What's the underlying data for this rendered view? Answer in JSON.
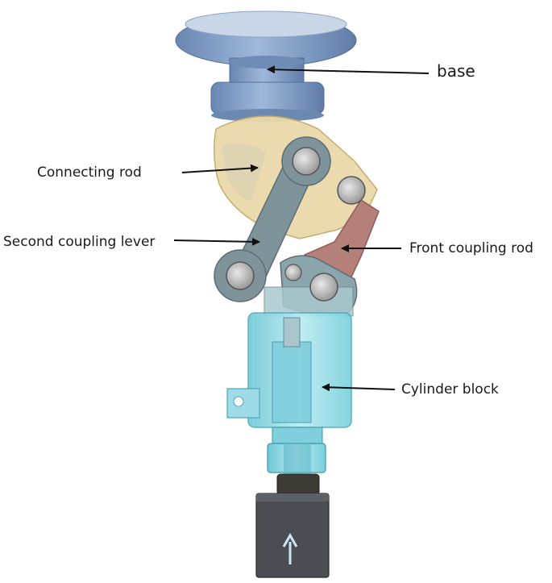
{
  "labels": {
    "base": "base",
    "connecting_rod": "Connecting rod",
    "second_coupling_lever": "Second coupling lever",
    "front_coupling_rod": "Front coupling rod",
    "cylinder_block": "Cylinder block"
  },
  "colors": {
    "base": "#7f9ec8",
    "connecting_rod": "#e4cf9c",
    "second_coupling_lever": "#7a8f96",
    "front_coupling_rod": "#b07b75",
    "cylinder_block": "#8fd8e4",
    "motor": "#4a4e52",
    "arrow": "#111111"
  }
}
